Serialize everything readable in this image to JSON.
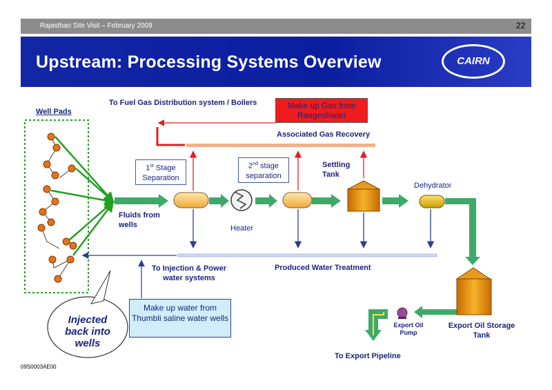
{
  "header": {
    "visit": "Rajasthan Site Visit – February 2009",
    "page_number": "22",
    "title": "Upstream: Processing Systems Overview",
    "logo": "CAIRN"
  },
  "labels": {
    "well_pads": "Well Pads",
    "fuel_gas": "To Fuel Gas Distribution system / Boilers",
    "makeup_gas": "Make up Gas from Raageshwari",
    "assoc_gas": "Associated Gas Recovery",
    "stage1": "1st Stage Separation",
    "stage2": "2nd stage separation",
    "settling_tank": "Settling Tank",
    "dehydrator": "Dehydrator",
    "fluids": "Fluids from wells",
    "heater": "Heater",
    "injection": "To Injection & Power water systems",
    "produced_water": "Produced Water Treatment",
    "injected": "Injected back into wells",
    "makeup_water": "Make up water from Thumbli saline water wells",
    "export_pump": "Export Oil Pump",
    "export_storage": "Export Oil Storage Tank",
    "export_pipeline": "To Export Pipeline",
    "doc_code": "09S0003AE00"
  },
  "colors": {
    "title_blue": "#0c1ea0",
    "flow_green": "#3daa6a",
    "well_green": "#22a022",
    "gas_red": "#e02020",
    "water_blue": "#2c3e90",
    "vessel_orange": "#f2a31c"
  }
}
